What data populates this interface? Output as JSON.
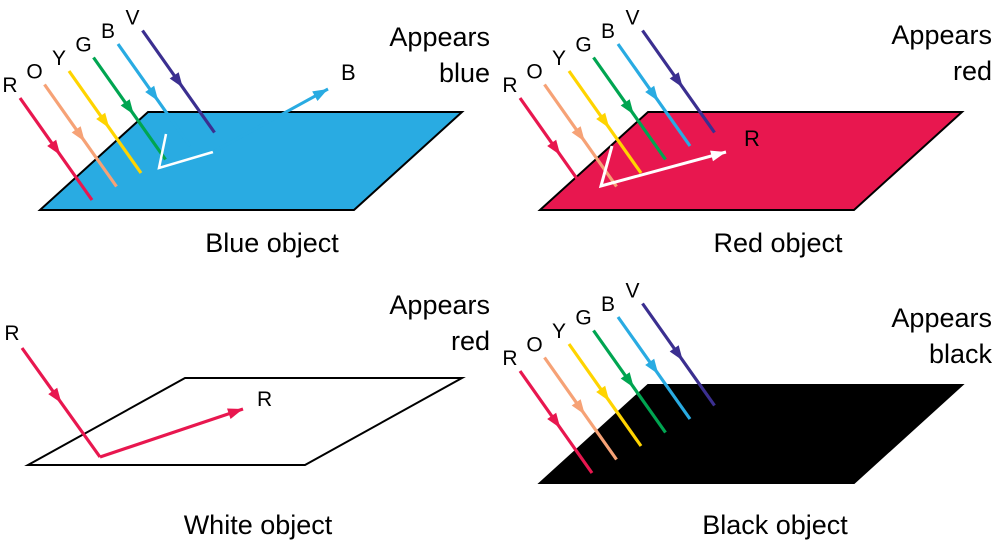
{
  "spectrum": [
    {
      "label": "R",
      "name": "red",
      "color": "#e8174f"
    },
    {
      "label": "O",
      "name": "orange",
      "color": "#f6a276"
    },
    {
      "label": "Y",
      "name": "yellow",
      "color": "#ffd400"
    },
    {
      "label": "G",
      "name": "green",
      "color": "#00a551"
    },
    {
      "label": "B",
      "name": "blue",
      "color": "#29abe2"
    },
    {
      "label": "V",
      "name": "violet",
      "color": "#3b2f90"
    }
  ],
  "panels": {
    "blue": {
      "appears_line1": "Appears",
      "appears_line2": "blue",
      "caption": "Blue object",
      "surface_color": "#29abe2",
      "outline_color": "#000000",
      "reflected": {
        "label": "B",
        "color": "#29abe2",
        "trace_color": "#ffffff"
      }
    },
    "red": {
      "appears_line1": "Appears",
      "appears_line2": "red",
      "caption": "Red object",
      "surface_color": "#e8174f",
      "outline_color": "#000000",
      "reflected": {
        "label": "R",
        "color": "#ffffff",
        "trace_color": "#ffffff"
      }
    },
    "white": {
      "appears_line1": "Appears",
      "appears_line2": "red",
      "caption": "White object",
      "surface_color": "#ffffff",
      "outline_color": "#000000",
      "incident": {
        "label": "R",
        "color": "#e8174f"
      },
      "reflected": {
        "label": "R",
        "color": "#e8174f"
      }
    },
    "black": {
      "appears_line1": "Appears",
      "appears_line2": "black",
      "caption": "Black object",
      "surface_color": "#000000",
      "outline_color": "#000000"
    }
  }
}
